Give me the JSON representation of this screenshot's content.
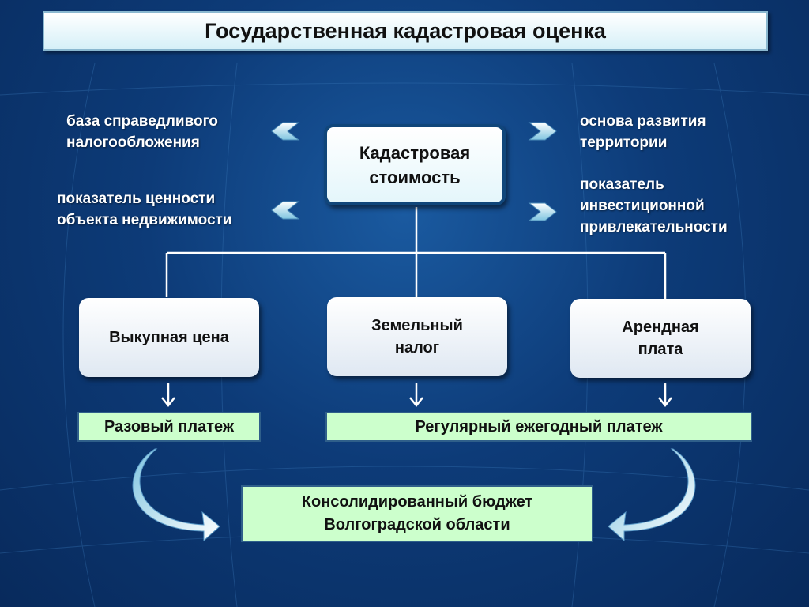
{
  "title": "Государственная кадастровая оценка",
  "center": {
    "line1": "Кадастровая",
    "line2": "стоимость"
  },
  "purposes": {
    "left_top": {
      "line1": "база справедливого",
      "line2": "налогообложения"
    },
    "left_bottom": {
      "line1": "показатель ценности",
      "line2": "объекта недвижимости"
    },
    "right_top": {
      "line1": "основа развития",
      "line2": "территории"
    },
    "right_bottom": {
      "line1": "показатель",
      "line2": "инвестиционной",
      "line3": "привлекательности"
    }
  },
  "branches": [
    {
      "line1": "Выкупная цена"
    },
    {
      "line1": "Земельный",
      "line2": "налог"
    },
    {
      "line1": "Арендная",
      "line2": "плата"
    }
  ],
  "payments": {
    "one_time": "Разовый платеж",
    "regular": "Регулярный ежегодный платеж"
  },
  "budget": {
    "line1": "Консолидированный бюджет",
    "line2": "Волгоградской области"
  },
  "colors": {
    "background": "#0d3b78",
    "green_box": "#ccffcc",
    "connector": "#ffffff",
    "chevron": "#b8e8f5"
  }
}
